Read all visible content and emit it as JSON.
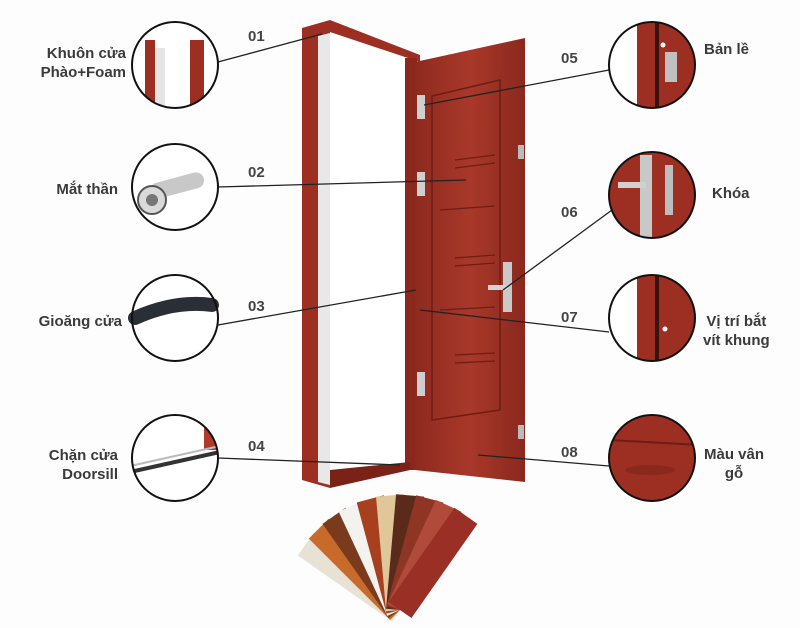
{
  "parts": [
    {
      "num": "01",
      "label_lines": [
        "Khuôn cửa",
        "Phào+Foam"
      ]
    },
    {
      "num": "02",
      "label_lines": [
        "Mắt thần"
      ]
    },
    {
      "num": "03",
      "label_lines": [
        "Gioăng cửa"
      ]
    },
    {
      "num": "04",
      "label_lines": [
        "Chặn cửa",
        "Doorsill"
      ]
    },
    {
      "num": "05",
      "label_lines": [
        "Bản lề"
      ]
    },
    {
      "num": "06",
      "label_lines": [
        "Khóa"
      ]
    },
    {
      "num": "07",
      "label_lines": [
        "Vị trí bắt",
        "vít khung"
      ]
    },
    {
      "num": "08",
      "label_lines": [
        "Màu vân",
        "gỗ"
      ]
    }
  ],
  "colors": {
    "door": "#9c2f22",
    "door_dark": "#7a2118",
    "frame_inner": "#e6e6e6",
    "line": "#222222"
  }
}
